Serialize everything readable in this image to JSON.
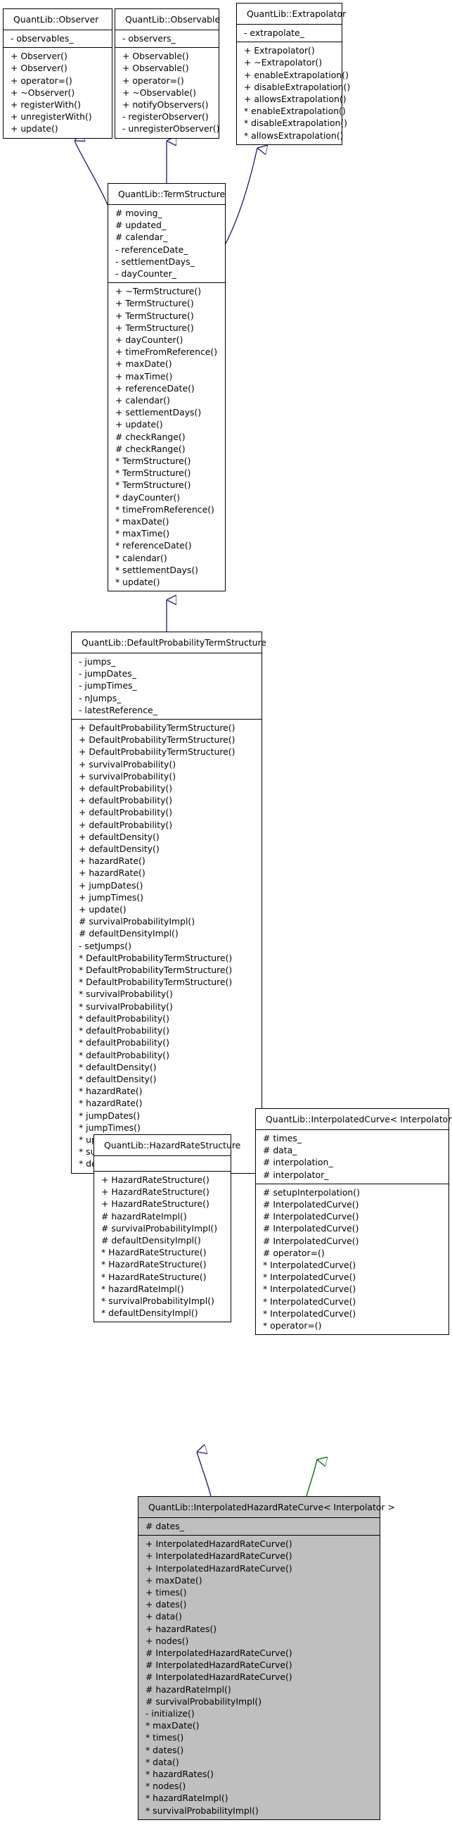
{
  "classes": {
    "observer": {
      "name": "QuantLib::Observer",
      "attributes": [
        "- observables_"
      ],
      "methods": [
        "+ Observer()",
        "+ Observer()",
        "+ operator=()",
        "+ ~Observer()",
        "+ registerWith()",
        "+ unregisterWith()",
        "+ update()"
      ]
    },
    "observable": {
      "name": "QuantLib::Observable",
      "attributes": [
        "- observers_"
      ],
      "methods": [
        "+ Observable()",
        "+ Observable()",
        "+ operator=()",
        "+ ~Observable()",
        "+ notifyObservers()",
        "- registerObserver()",
        "- unregisterObserver()"
      ]
    },
    "extrapolator": {
      "name": "QuantLib::Extrapolator",
      "attributes": [
        "- extrapolate_"
      ],
      "methods": [
        "+ Extrapolator()",
        "+ ~Extrapolator()",
        "+ enableExtrapolation()",
        "+ disableExtrapolation()",
        "+ allowsExtrapolation()",
        "* enableExtrapolation()",
        "* disableExtrapolation()",
        "* allowsExtrapolation()"
      ]
    },
    "termstructure": {
      "name": "QuantLib::TermStructure",
      "attributes": [
        "# moving_",
        "# updated_",
        "# calendar_",
        "- referenceDate_",
        "- settlementDays_",
        "- dayCounter_"
      ],
      "methods": [
        "+ ~TermStructure()",
        "+ TermStructure()",
        "+ TermStructure()",
        "+ TermStructure()",
        "+ dayCounter()",
        "+ timeFromReference()",
        "+ maxDate()",
        "+ maxTime()",
        "+ referenceDate()",
        "+ calendar()",
        "+ settlementDays()",
        "+ update()",
        "# checkRange()",
        "# checkRange()",
        "* TermStructure()",
        "* TermStructure()",
        "* TermStructure()",
        "* dayCounter()",
        "* timeFromReference()",
        "* maxDate()",
        "* maxTime()",
        "* referenceDate()",
        "* calendar()",
        "* settlementDays()",
        "* update()"
      ]
    },
    "defaultprob": {
      "name": "QuantLib::DefaultProbabilityTermStructure",
      "attributes": [
        "- jumps_",
        "- jumpDates_",
        "- jumpTimes_",
        "- nJumps_",
        "- latestReference_"
      ],
      "methods": [
        "+ DefaultProbabilityTermStructure()",
        "+ DefaultProbabilityTermStructure()",
        "+ DefaultProbabilityTermStructure()",
        "+ survivalProbability()",
        "+ survivalProbability()",
        "+ defaultProbability()",
        "+ defaultProbability()",
        "+ defaultProbability()",
        "+ defaultProbability()",
        "+ defaultDensity()",
        "+ defaultDensity()",
        "+ hazardRate()",
        "+ hazardRate()",
        "+ jumpDates()",
        "+ jumpTimes()",
        "+ update()",
        "# survivalProbabilityImpl()",
        "# defaultDensityImpl()",
        "- setJumps()",
        "* DefaultProbabilityTermStructure()",
        "* DefaultProbabilityTermStructure()",
        "* DefaultProbabilityTermStructure()",
        "* survivalProbability()",
        "* survivalProbability()",
        "* defaultProbability()",
        "* defaultProbability()",
        "* defaultProbability()",
        "* defaultProbability()",
        "* defaultDensity()",
        "* defaultDensity()",
        "* hazardRate()",
        "* hazardRate()",
        "* jumpDates()",
        "* jumpTimes()",
        "* update()",
        "* survivalProbabilityImpl()",
        "* defaultDensityImpl()"
      ]
    },
    "hazardrate": {
      "name": "QuantLib::HazardRateStructure",
      "attributes": [],
      "methods": [
        "+ HazardRateStructure()",
        "+ HazardRateStructure()",
        "+ HazardRateStructure()",
        "# hazardRateImpl()",
        "# survivalProbabilityImpl()",
        "# defaultDensityImpl()",
        "* HazardRateStructure()",
        "* HazardRateStructure()",
        "* HazardRateStructure()",
        "* hazardRateImpl()",
        "* survivalProbabilityImpl()",
        "* defaultDensityImpl()"
      ]
    },
    "interpcurve": {
      "name": "QuantLib::InterpolatedCurve< Interpolator >",
      "attributes": [
        "# times_",
        "# data_",
        "# interpolation_",
        "# interpolator_"
      ],
      "methods": [
        "# setupInterpolation()",
        "# InterpolatedCurve()",
        "# InterpolatedCurve()",
        "# InterpolatedCurve()",
        "# InterpolatedCurve()",
        "# operator=()",
        "* InterpolatedCurve()",
        "* InterpolatedCurve()",
        "* InterpolatedCurve()",
        "* InterpolatedCurve()",
        "* InterpolatedCurve()",
        "* operator=()"
      ]
    },
    "interphazard": {
      "name": "QuantLib::InterpolatedHazardRateCurve< Interpolator >",
      "attributes": [
        "# dates_"
      ],
      "methods": [
        "+ InterpolatedHazardRateCurve()",
        "+ InterpolatedHazardRateCurve()",
        "+ InterpolatedHazardRateCurve()",
        "+ maxDate()",
        "+ times()",
        "+ dates()",
        "+ data()",
        "+ hazardRates()",
        "+ nodes()",
        "# InterpolatedHazardRateCurve()",
        "# InterpolatedHazardRateCurve()",
        "# InterpolatedHazardRateCurve()",
        "# hazardRateImpl()",
        "# survivalProbabilityImpl()",
        "- initialize()",
        "* maxDate()",
        "* times()",
        "* dates()",
        "* data()",
        "* hazardRates()",
        "* nodes()",
        "* hazardRateImpl()",
        "* survivalProbabilityImpl()"
      ]
    }
  },
  "colors": {
    "inheritance_edge": "#191970",
    "template_edge": "#006400",
    "highlight_fill": "#bfbfbf"
  }
}
